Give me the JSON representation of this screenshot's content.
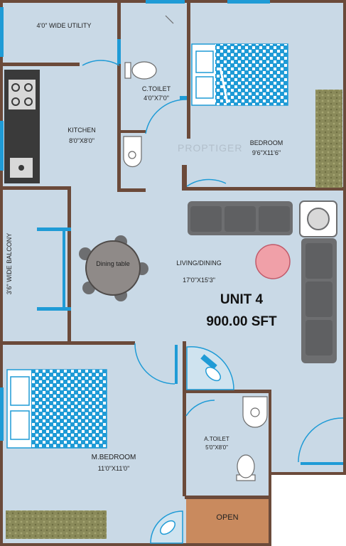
{
  "colors": {
    "floor": "#c9d9e6",
    "wall": "#6b4a3a",
    "accent": "#1f9bd6",
    "open_area": "#c98a5e",
    "balcony_floor": "#8a8a5a",
    "sofa": "#6d6e70",
    "rug": "#f0a0a8"
  },
  "rooms": {
    "utility": "4'0\" WIDE UTILITY",
    "c_toilet": {
      "name": "C.TOILET",
      "size": "4'0\"X7'0\""
    },
    "bedroom": {
      "name": "BEDROOM",
      "size": "9'6\"X11'6\""
    },
    "kitchen": {
      "name": "KITCHEN",
      "size": "8'0\"X8'0\""
    },
    "balcony": "3'6\" WIDE BALCONY",
    "dining_table": "Dining table",
    "living_dining": {
      "name": "LIVING/DINING",
      "size": "17'0\"X15'3\""
    },
    "m_bedroom": {
      "name": "M.BEDROOM",
      "size": "11'0\"X11'0\""
    },
    "a_toilet": {
      "name": "A.TOILET",
      "size": "5'0\"X8'0\""
    },
    "open": "OPEN"
  },
  "unit": {
    "name": "UNIT 4",
    "area": "900.00 SFT"
  },
  "watermark": "PROPTIGER"
}
